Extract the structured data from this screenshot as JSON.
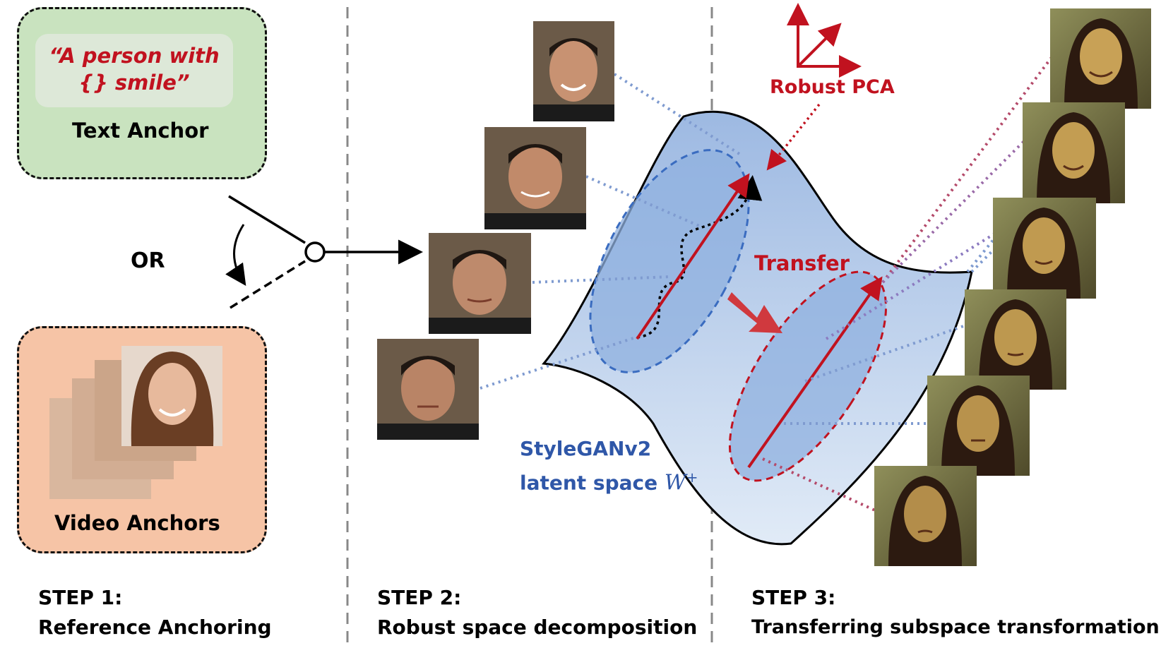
{
  "step1": {
    "text_anchor_prompt_line1": "“A person with",
    "text_anchor_prompt_line2": "{} smile”",
    "text_anchor_label": "Text Anchor",
    "or_label": "OR",
    "video_anchor_label": "Video Anchors",
    "heading": "STEP 1:",
    "title": "Reference Anchoring"
  },
  "step2": {
    "latent_label_line1": "StyleGANv2",
    "latent_label_line2": "latent space",
    "latent_symbol": "W",
    "latent_superscript": "+",
    "heading": "STEP 2:",
    "title": "Robust space decomposition"
  },
  "step3": {
    "pca_label": "Robust PCA",
    "transfer_label": "Transfer",
    "heading": "STEP 3:",
    "title": "Transferring subspace transformation"
  },
  "colors": {
    "red": "#c1121f",
    "blue_text": "#2f57a8",
    "text_anchor_bg": "#c9e3bf",
    "video_anchor_bg": "#f6c4a6",
    "manifold": "#aec5e6",
    "ellipse_fill": "#8fb0df"
  }
}
